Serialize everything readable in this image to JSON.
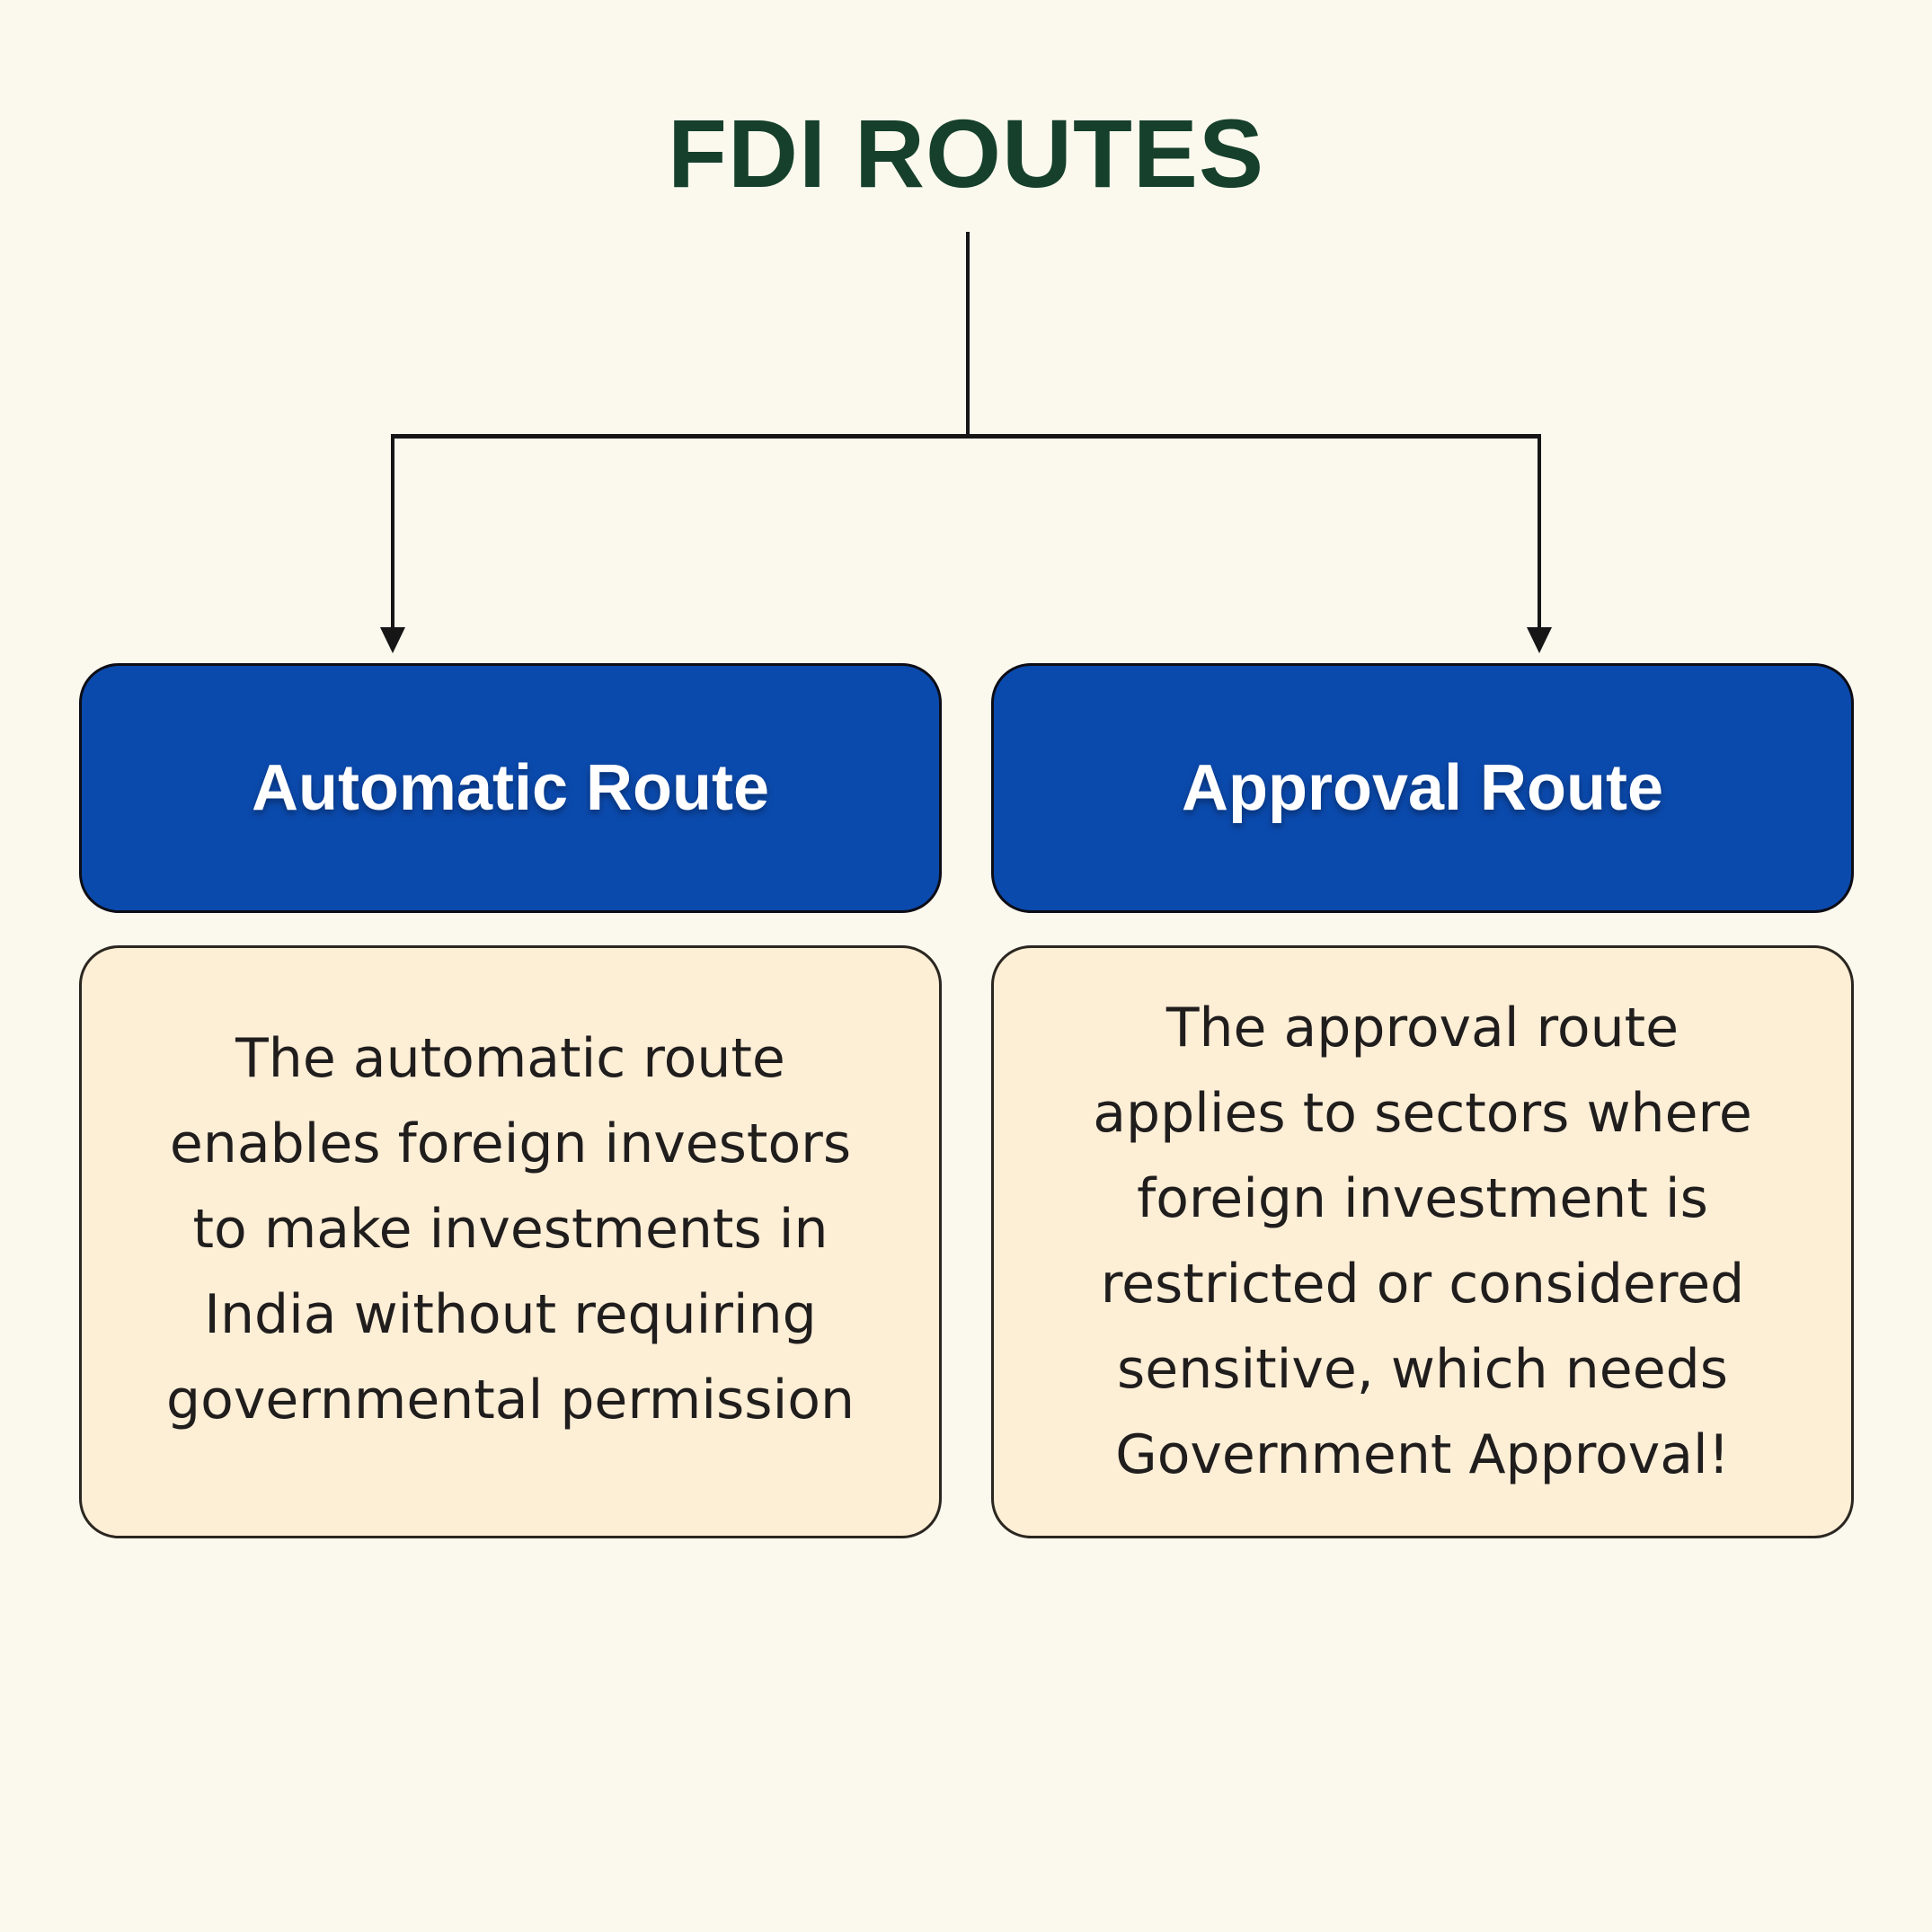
{
  "title": "FDI ROUTES",
  "colors": {
    "background": "#fbf9ee",
    "title_green": "#16402b",
    "node_blue": "#0b4aad",
    "node_blue_border": "#0d0d16",
    "desc_tan": "#fdeed6",
    "desc_border": "#2b2620",
    "body_text": "#201d1d",
    "line_black": "#161616",
    "label_white": "#ffffff"
  },
  "nodes": [
    {
      "label": "Automatic Route",
      "description_lines": [
        "The automatic route",
        "enables foreign investors",
        "to make investments in",
        "India without requiring",
        "governmental permission"
      ]
    },
    {
      "label": "Approval Route",
      "description_lines": [
        "The approval route",
        "applies to sectors where",
        "foreign investment is",
        "restricted or considered",
        "sensitive, which needs",
        "Government Approval!"
      ]
    }
  ]
}
